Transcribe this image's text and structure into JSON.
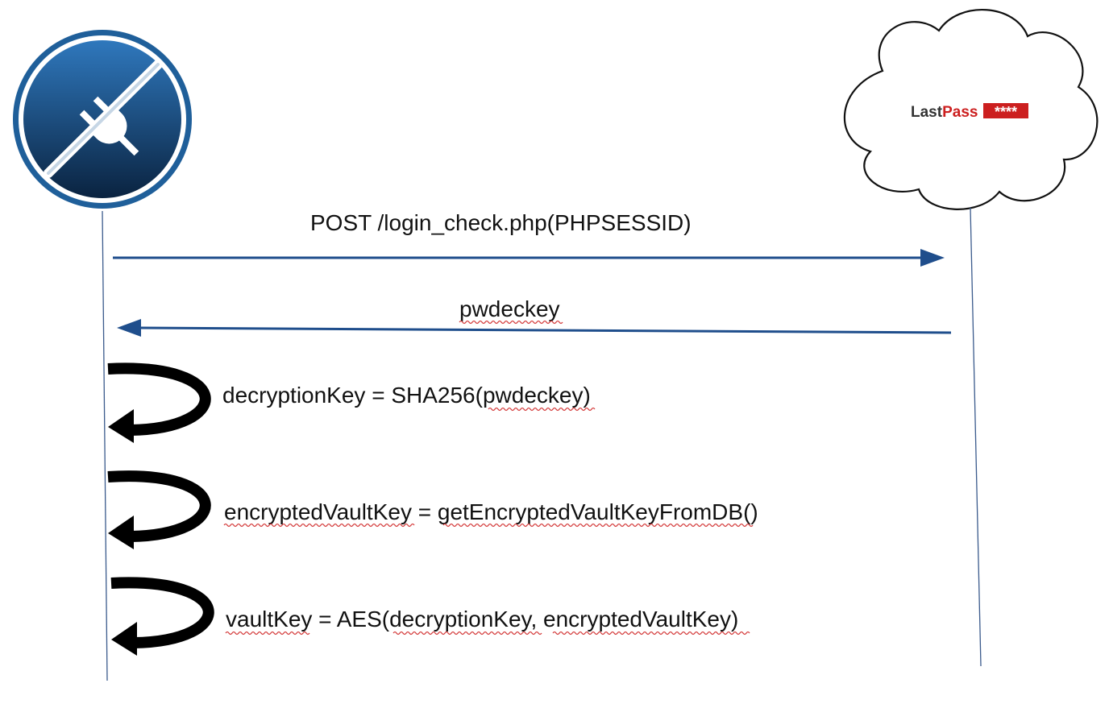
{
  "participants": {
    "client": {
      "icon": "unplugged-plug-icon",
      "colors": {
        "outer": "#1f5f9a",
        "inner_top": "#2a6fb0",
        "inner_bottom": "#0b2a4a",
        "ring": "#ffffff"
      }
    },
    "server": {
      "icon": "cloud-icon",
      "logo": {
        "text_last": "Last",
        "text_pass": "Pass",
        "stars": "****"
      },
      "colors": {
        "logo_last": "#333333",
        "logo_pass": "#cc1f1f",
        "logo_badge": "#cc1f1f"
      }
    }
  },
  "messages": [
    {
      "label": "POST /login_check.php(PHPSESSID)",
      "direction": "client-to-server"
    },
    {
      "label": "pwdeckey",
      "direction": "server-to-client"
    }
  ],
  "self_steps": [
    {
      "label": "decryptionKey = SHA256(pwdeckey)"
    },
    {
      "label": "encryptedVaultKey = getEncryptedVaultKeyFromDB()"
    },
    {
      "label": "vaultKey = AES(decryptionKey, encryptedVaultKey)"
    }
  ],
  "colors": {
    "arrow": "#1f4e8c",
    "lifeline": "#3a5a8c",
    "self_arrow": "#000000",
    "spellcheck": "#d43a3a"
  }
}
